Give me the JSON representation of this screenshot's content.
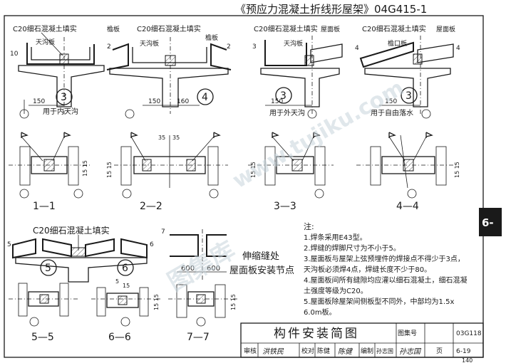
{
  "title": "《预应力混凝土折线形屋架》04G415-1",
  "details": {
    "d1": {
      "fill_note": "C20细石混凝土填实",
      "gutter": "天沟板",
      "num": "3",
      "caption": "用于内天沟",
      "dim1": "10",
      "dim2": "150"
    },
    "d2": {
      "fill_note": "C20细石混凝土填实",
      "eave1": "檐板",
      "eave2": "檐板",
      "gutter": "天沟板",
      "num": "4",
      "dim1": "150",
      "dim2": "160",
      "mark_l": "2",
      "mark_r": "2"
    },
    "d3": {
      "fill_note": "C20细石混凝土填实",
      "roof": "屋面板",
      "gutter": "天沟板",
      "num": "3",
      "caption": "用于外天沟",
      "dim": "150",
      "mark": "3"
    },
    "d4": {
      "fill_note": "C20细石混凝土填实",
      "roof": "屋面板",
      "eave": "檐口板",
      "num": "3",
      "caption": "用于自由落水",
      "dim": "150",
      "mark_l": "4",
      "mark_r": "4"
    },
    "d5": {
      "fill_note": "C20细石混凝土填实",
      "num5": "5",
      "num6": "6",
      "mark5": "5",
      "mark6": "6"
    },
    "d7": {
      "dim_l": "600",
      "dim_r": "600",
      "mark": "7",
      "joint_title": "伸缩缝处",
      "joint_sub": "屋面板安装节点"
    }
  },
  "sections": {
    "s11": {
      "label": "1—1",
      "dim": "15 15"
    },
    "s22": {
      "label": "2—2",
      "dim_a": "35",
      "dim_b": "35",
      "dim_v": "15 15"
    },
    "s33": {
      "label": "3—3",
      "dim": "15 15"
    },
    "s44": {
      "label": "4—4",
      "dim": "15 15"
    },
    "s55": {
      "label": "5—5"
    },
    "s66": {
      "label": "6—6",
      "dim_a": "5",
      "dim_b": "15",
      "dim_v": "15 15"
    },
    "s77": {
      "label": "7—7",
      "dim_v": "15 15"
    }
  },
  "notes": {
    "heading": "注:",
    "items": [
      "1.焊条采用E43型。",
      "2.焊缝的焊脚尺寸为不小于5。",
      "3.屋面板与屋架上弦预埋件的焊接点不得少于3点，",
      "   天沟板必须焊4点，焊缝长度不少于80。",
      "4.屋面板间所有缝隙均应灌以细石混凝土，细石混凝",
      "   土强度等级为C20。",
      "5.屋面板除屋架间侧板型不同外，中部均为1.5x",
      "   6.0m板。"
    ]
  },
  "side_tab": "6-",
  "watermark": {
    "site": "www.tujiku.com",
    "brand": "图集库"
  },
  "title_block": {
    "drawing_title": "构件安装简图",
    "atlas_label": "图集号",
    "atlas_no": "03G118",
    "page_label": "页",
    "page_no": "6-19",
    "review_label": "审核",
    "review_sig": "洪铁民",
    "check_label": "校对",
    "check_name": "陈健",
    "check_sig": "陈健",
    "design_label": "编制",
    "design_name": "孙志国",
    "design_sig": "孙志国"
  },
  "page_number": "140"
}
